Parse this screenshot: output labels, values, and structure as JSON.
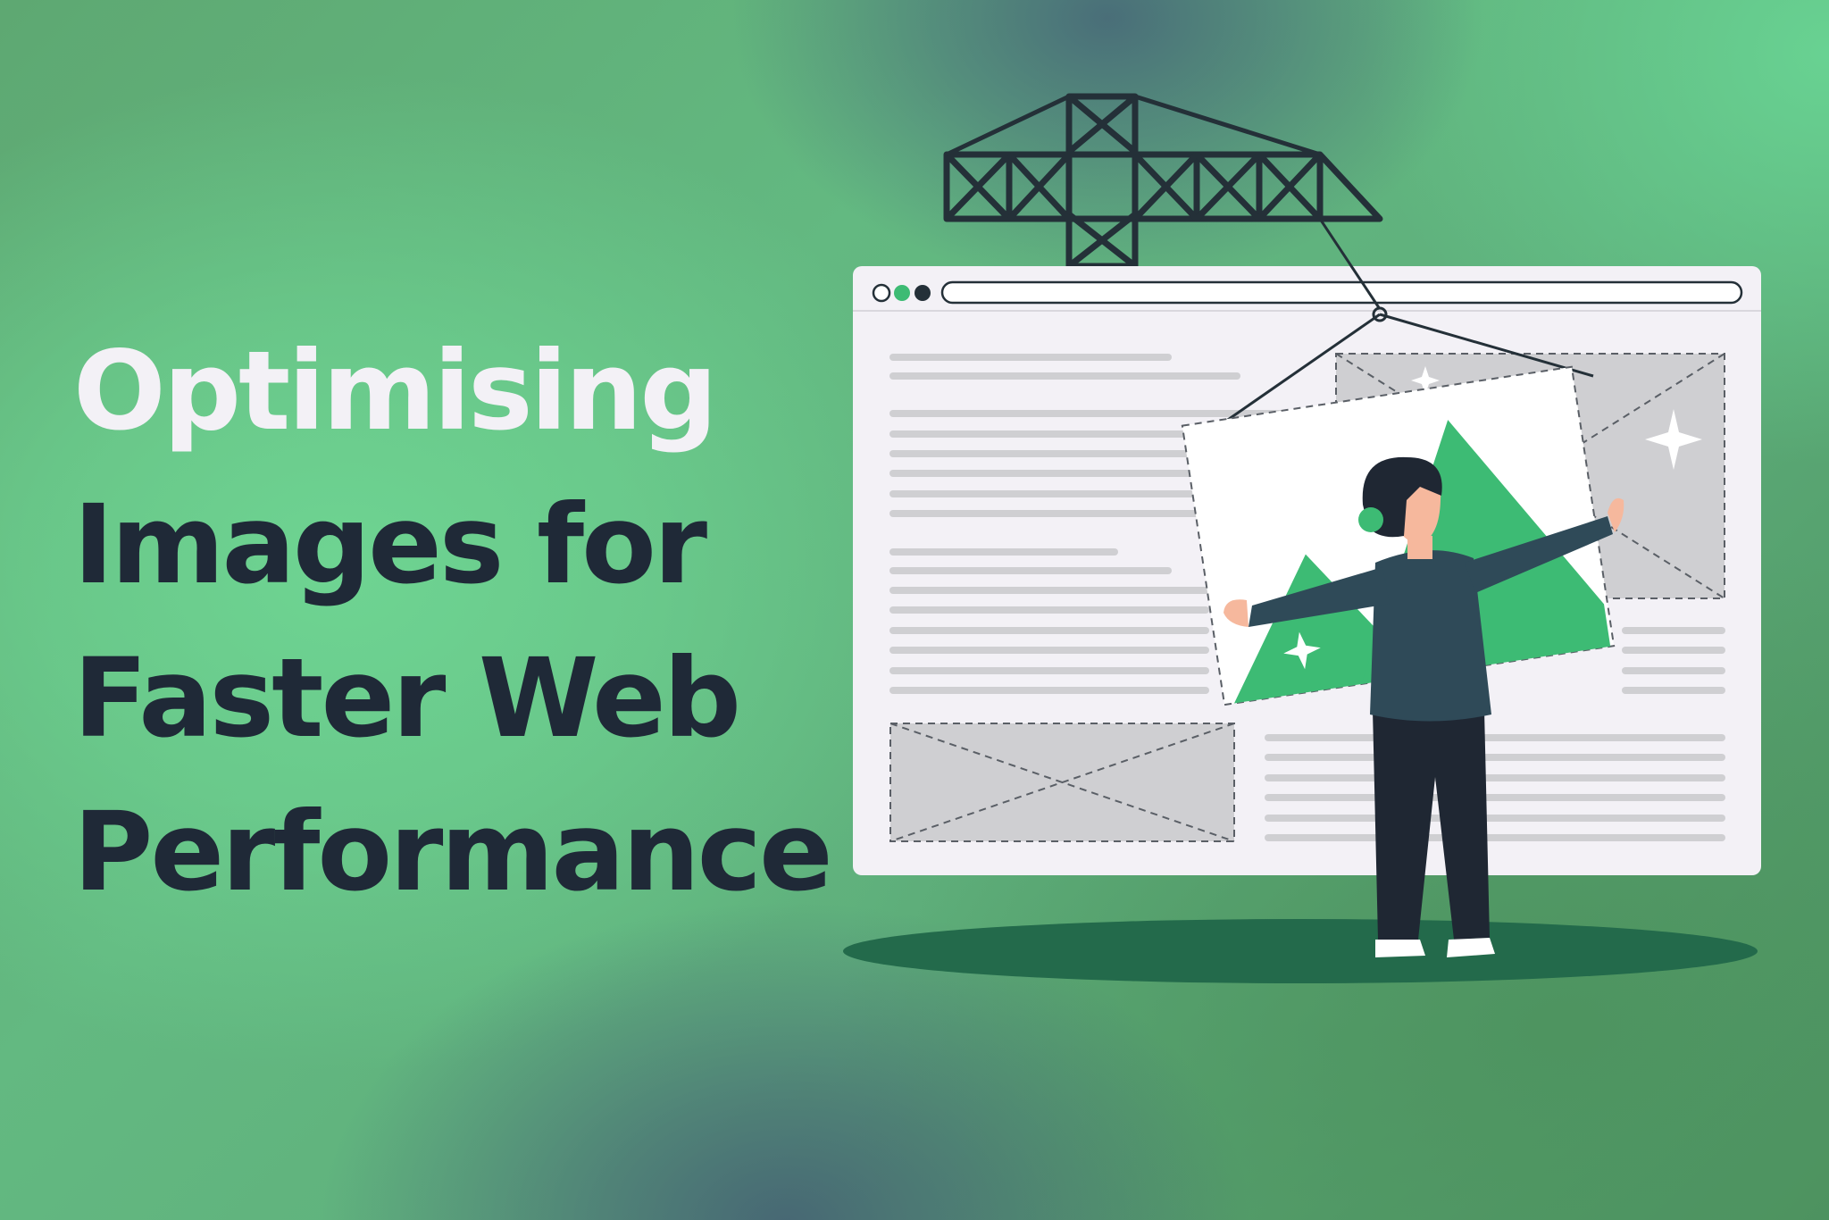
{
  "headline": {
    "line1": "Optimising",
    "line2": "Images for",
    "line3": "Faster Web",
    "line4": "Performance"
  },
  "colors": {
    "accent_green": "#3dbb74",
    "dark_text": "#1f2937",
    "light_text": "#f3f1f6",
    "browser_bg": "#f3f1f6",
    "placeholder_gray": "#cfcfd2",
    "shadow_green": "#236a4b"
  },
  "icons": {
    "crane": "crane-icon",
    "mountain": "mountain-icon",
    "sparkle": "sparkle-icon"
  }
}
